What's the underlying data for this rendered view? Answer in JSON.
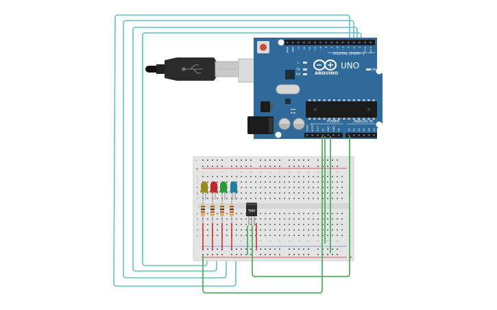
{
  "canvas": {
    "background": "#ffffff",
    "wire_colors": {
      "teal": "#5fc4c4",
      "green": "#3aa84a",
      "red": "#d52a2a"
    }
  },
  "arduino": {
    "board_color": "#2f6a9a",
    "brand": "ARDUINO",
    "model": "UNO",
    "digital_header_label": "DIGITAL (PWM~)",
    "power_label": "POWER",
    "analog_label": "ANALOG IN",
    "on_label": "ON",
    "led_labels": [
      "L",
      "TX",
      "RX"
    ],
    "digital_pins": [
      "AREF",
      "GND",
      "13",
      "12",
      "~11",
      "~10",
      "~9",
      "8",
      "7",
      "~6",
      "~5",
      "4",
      "~3",
      "2",
      "TX→1",
      "RX←0"
    ],
    "power_pins": [
      "IOREF",
      "RESET",
      "3.3V",
      "5V",
      "GND",
      "GND",
      "Vin"
    ],
    "analog_pins": [
      "A0",
      "A1",
      "A2",
      "A3",
      "A4",
      "A5"
    ]
  },
  "breadboard": {
    "color": "#e4e4e4",
    "row_letters_top": [
      "j",
      "i",
      "h",
      "g",
      "f"
    ],
    "row_letters_bottom": [
      "e",
      "d",
      "c",
      "b",
      "a"
    ],
    "rail_signs": [
      "-",
      "+"
    ]
  },
  "components": {
    "leds": [
      {
        "name": "led-yellow",
        "color": "#9a8a1e"
      },
      {
        "name": "led-red",
        "color": "#c0262e"
      },
      {
        "name": "led-green",
        "color": "#2f9a3a"
      },
      {
        "name": "led-blue",
        "color": "#1e7ea0"
      }
    ],
    "temp_sensor": {
      "label": "TMP"
    }
  }
}
